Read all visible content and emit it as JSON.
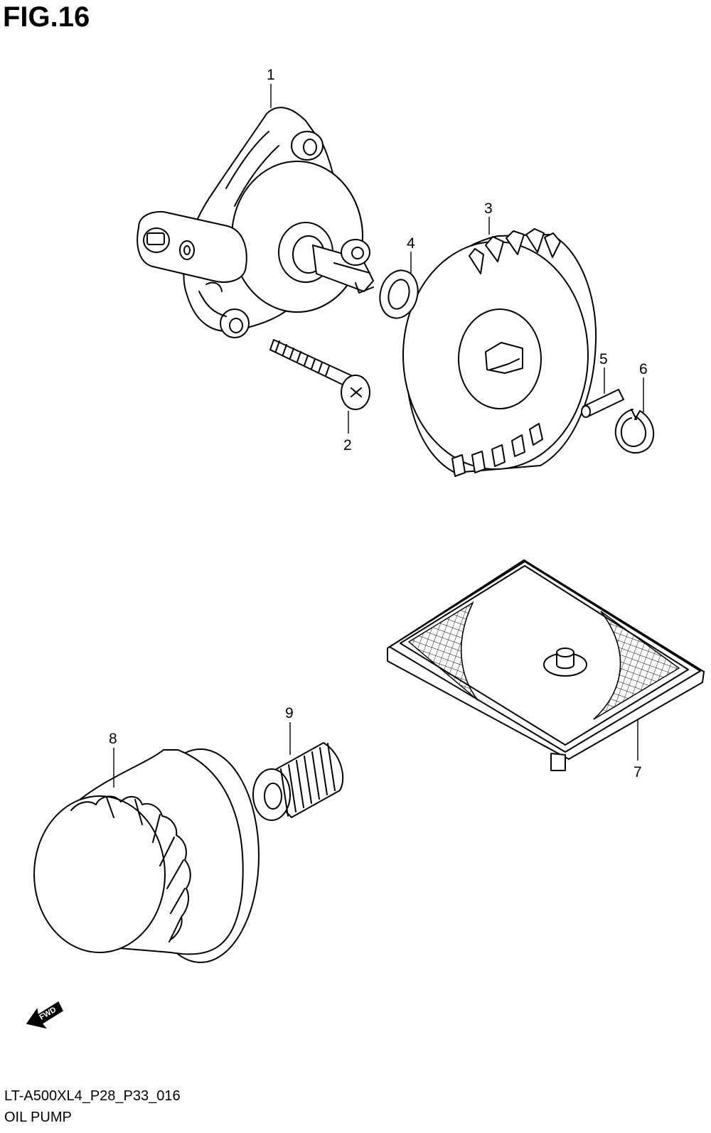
{
  "header": {
    "figure_label": "FIG.16"
  },
  "callouts": [
    {
      "id": "1",
      "label": "1"
    },
    {
      "id": "2",
      "label": "2"
    },
    {
      "id": "3",
      "label": "3"
    },
    {
      "id": "4",
      "label": "4"
    },
    {
      "id": "5",
      "label": "5"
    },
    {
      "id": "6",
      "label": "6"
    },
    {
      "id": "7",
      "label": "7"
    },
    {
      "id": "8",
      "label": "8"
    },
    {
      "id": "9",
      "label": "9"
    }
  ],
  "fwd_arrow": {
    "label": "FWD"
  },
  "footer": {
    "model_code": "LT-A500XL4_P28_P33_016",
    "section_name": "OIL PUMP"
  }
}
